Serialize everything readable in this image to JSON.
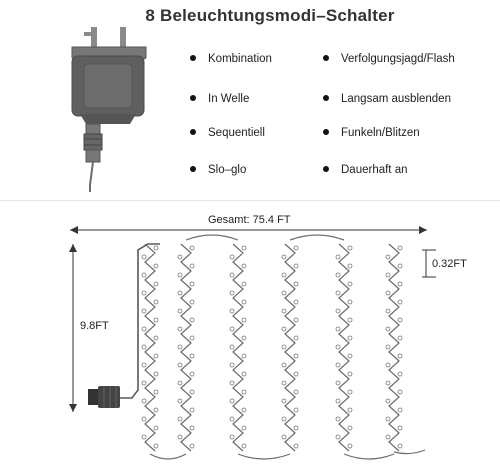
{
  "header": {
    "title": "8 Beleuchtungsmodi–Schalter"
  },
  "modes": [
    "Kombination",
    "Verfolgungsjagd/Flash",
    "In Welle",
    "Langsam ausblenden",
    "Sequentiell",
    "Funkeln/Blitzen",
    "Slo–glo",
    "Dauerhaft an"
  ],
  "dimensions": {
    "total_width": "Gesamt: 75.4 FT",
    "height": "9.8FT",
    "spacing": "0.32FT"
  },
  "icons": {
    "adapter": "power-adapter-icon",
    "connector": "plug-connector-icon",
    "bullet": "bullet-dot-icon"
  },
  "colors": {
    "adapter_body": "#5f5f5f",
    "wire": "#6b6b6b",
    "text": "#222222"
  }
}
